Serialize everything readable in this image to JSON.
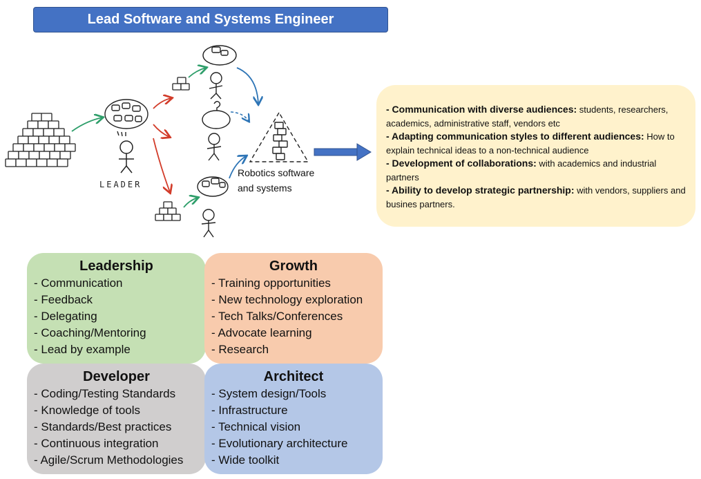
{
  "title": "Lead Software and Systems Engineer",
  "sketch": {
    "leader_caption": "LEADER",
    "robotics_label_line1": "Robotics software",
    "robotics_label_line2": "and systems"
  },
  "callout": {
    "items": [
      {
        "bold": "- Communication with diverse audiences:",
        "rest": " students, researchers, academics, administrative staff, vendors etc"
      },
      {
        "bold": "- Adapting communication styles to different audiences:",
        "rest": " How to explain technical ideas to a non-technical audience"
      },
      {
        "bold": "- Development of collaborations:",
        "rest": " with academics and industrial partners"
      },
      {
        "bold": "- Ability to develop strategic partnership:",
        "rest": " with vendors, suppliers and busines partners."
      }
    ]
  },
  "quadrants": {
    "leadership": {
      "title": "Leadership",
      "items": [
        "- Communication",
        "- Feedback",
        "- Delegating",
        "- Coaching/Mentoring",
        "- Lead by example"
      ]
    },
    "growth": {
      "title": "Growth",
      "items": [
        "- Training opportunities",
        "- New technology exploration",
        "- Tech Talks/Conferences",
        "- Advocate learning",
        "- Research"
      ]
    },
    "developer": {
      "title": "Developer",
      "items": [
        "- Coding/Testing Standards",
        "- Knowledge of tools",
        "- Standards/Best practices",
        "- Continuous integration",
        "- Agile/Scrum Methodologies"
      ]
    },
    "architect": {
      "title": "Architect",
      "items": [
        "- System design/Tools",
        "- Infrastructure",
        "- Technical vision",
        "- Evolutionary architecture",
        "- Wide toolkit"
      ]
    }
  },
  "colors": {
    "banner": "#4472c4",
    "callout": "#fff2cc",
    "leadership": "#c5e0b4",
    "growth": "#f8cbad",
    "developer": "#d0cece",
    "architect": "#b4c7e7",
    "arrow_green": "#2e9e6a",
    "arrow_red": "#d23c2a",
    "arrow_blue": "#2e75b6"
  }
}
